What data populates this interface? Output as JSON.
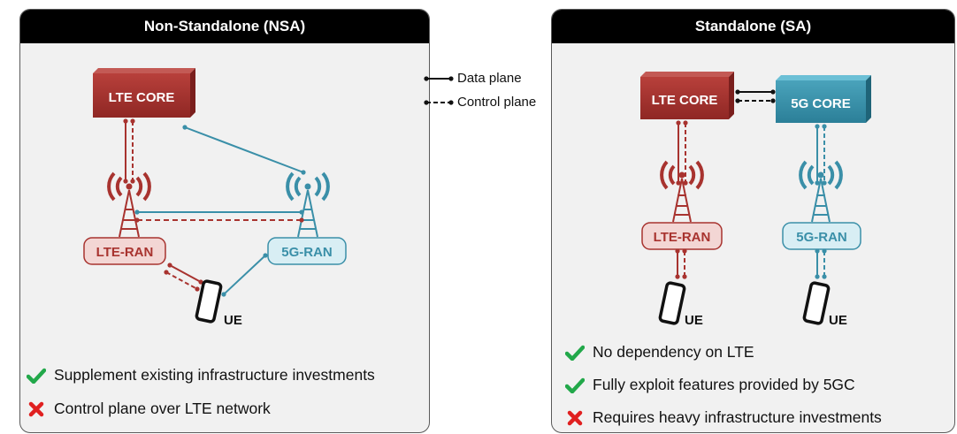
{
  "panels": {
    "nsa": {
      "title": "Non-Standalone (NSA)",
      "lte_core": "LTE CORE",
      "lte_ran": "LTE-RAN",
      "g5_ran": "5G-RAN",
      "ue": "UE",
      "notes": [
        {
          "status": "check",
          "text": "Supplement existing infrastructure investments"
        },
        {
          "status": "cross",
          "text": "Control plane over LTE network"
        }
      ]
    },
    "sa": {
      "title": "Standalone (SA)",
      "lte_core": "LTE CORE",
      "g5_core": "5G CORE",
      "lte_ran": "LTE-RAN",
      "g5_ran": "5G-RAN",
      "ue": "UE",
      "notes": [
        {
          "status": "check",
          "text": "No dependency on LTE"
        },
        {
          "status": "check",
          "text": "Fully exploit features provided by 5GC"
        },
        {
          "status": "cross",
          "text": "Requires heavy infrastructure investments"
        }
      ]
    }
  },
  "legend": {
    "data_plane": "Data plane",
    "control_plane": "Control plane"
  },
  "colors": {
    "lte": "#a8332f",
    "g5": "#3a8fa8",
    "check": "#22a84a",
    "cross": "#e02020"
  }
}
